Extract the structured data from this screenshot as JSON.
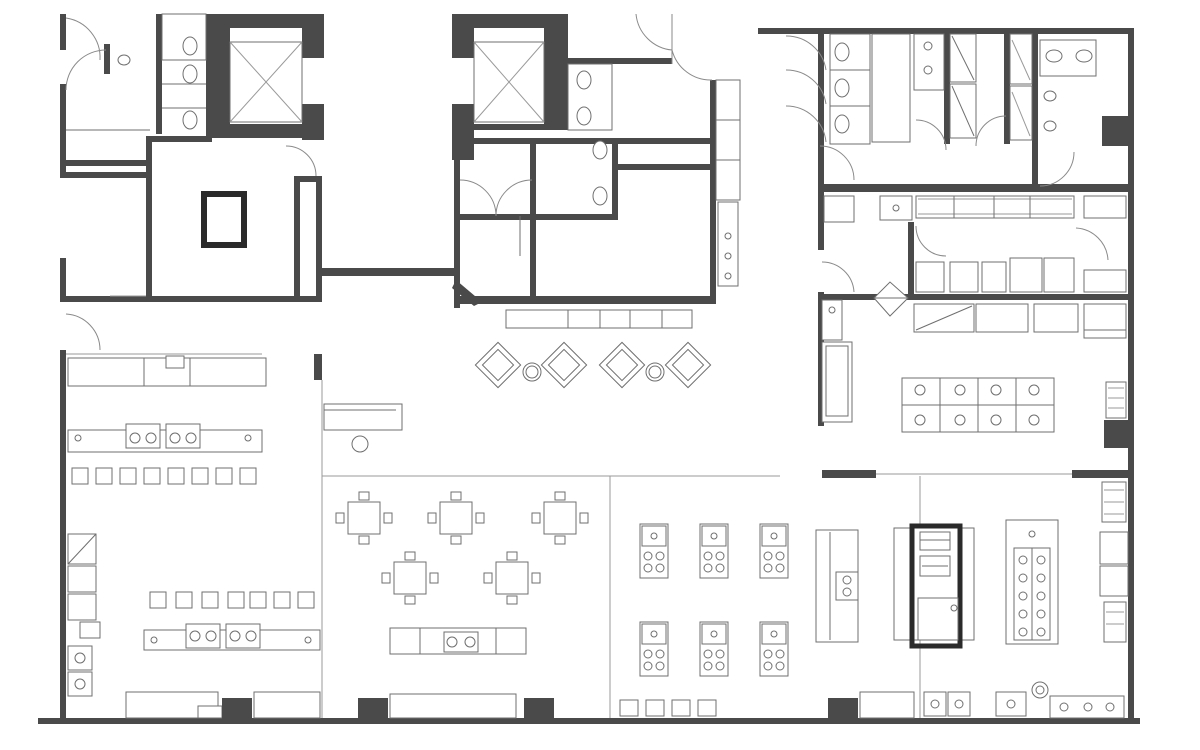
{
  "plan": {
    "kind": "architectural floor plan",
    "labels": [],
    "colors": {
      "wall": "#4a4a4a",
      "line": "#6f6f6f",
      "light_line": "#9a9a9a",
      "background": "#ffffff"
    },
    "counts": {
      "elevator_shafts": 2,
      "dining_tables": 5,
      "lounge_chairs": 4,
      "cooking_stations_lab": 6,
      "bar_stools_upper": 8,
      "bar_stools_lower": 7
    }
  }
}
